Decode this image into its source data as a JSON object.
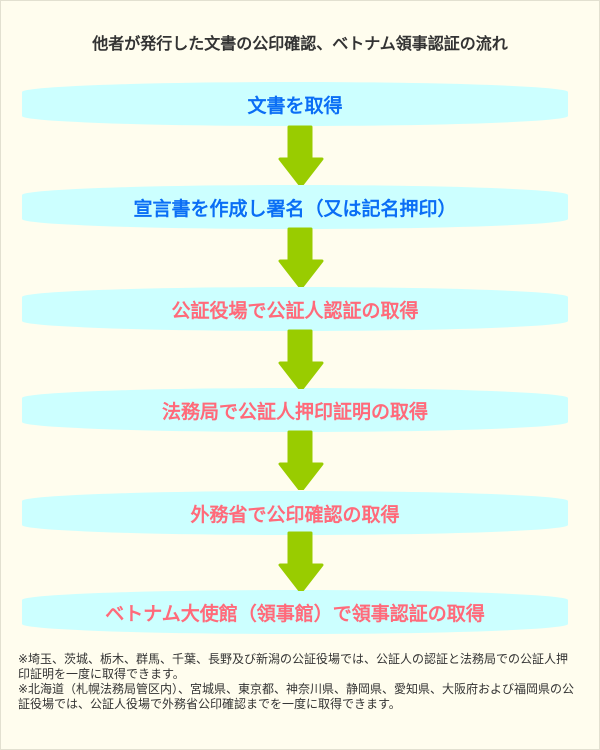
{
  "title": "他者が発行した文書の公印確認、ベトナム領事認証の流れ",
  "steps": [
    {
      "label": "文書を取得",
      "color": "#0a6ef5"
    },
    {
      "label": "宣言書を作成し署名（又は記名押印）",
      "color": "#0a6ef5"
    },
    {
      "label": "公証役場で公証人認証の取得",
      "color": "#ff6a7a"
    },
    {
      "label": "法務局で公証人押印証明の取得",
      "color": "#ff6a7a"
    },
    {
      "label": "外務省で公印確認の取得",
      "color": "#ff6a7a"
    },
    {
      "label": "ベトナム大使館（領事館）で領事認証の取得",
      "color": "#ff6a7a"
    }
  ],
  "arrow_color": "#99cc00",
  "notes": [
    "※埼玉、茨城、栃木、群馬、千葉、長野及び新潟の公証役場では、公証人の認証と法務局での公証人押印証明を一度に取得できます。",
    "※北海道（札幌法務局管区内）、宮城県、東京都、神奈川県、静岡県、愛知県、大阪府および福岡県の公証役場では、公証人役場で外務省公印確認までを一度に取得できます。"
  ]
}
